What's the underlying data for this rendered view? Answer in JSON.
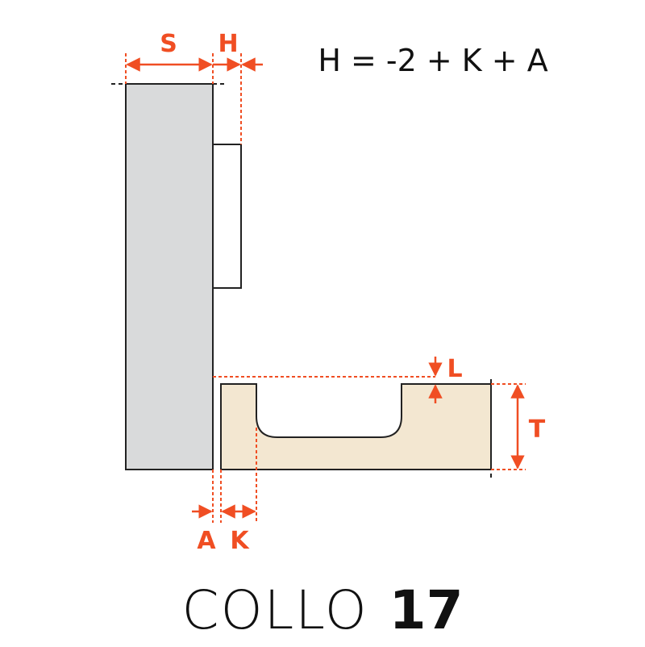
{
  "formula": "H = -2 + K + A",
  "labels": {
    "s": "S",
    "h": "H",
    "l": "L",
    "t": "T",
    "a": "A",
    "k": "K"
  },
  "caption": {
    "name": "COLLO",
    "number": "17"
  },
  "colors": {
    "dimension": "#f04e23",
    "outline": "#222222",
    "side_panel": "#d9dadb",
    "door_panel": "#f3e7d1",
    "text": "#111111"
  }
}
